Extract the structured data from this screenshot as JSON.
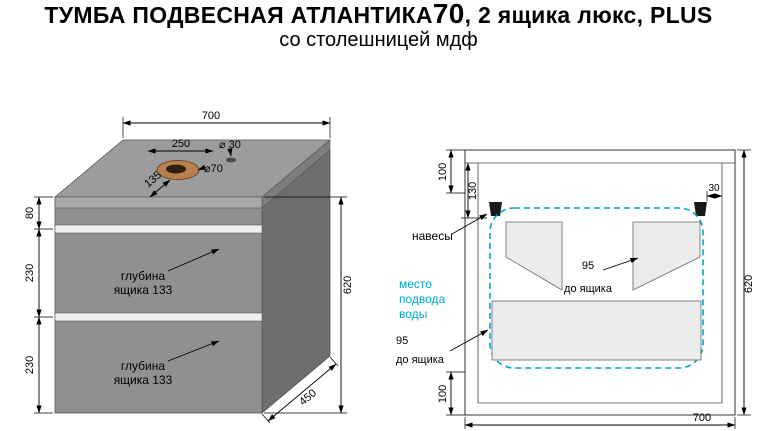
{
  "title": {
    "line1_main": "ТУМБА ПОДВЕСНАЯ АТЛАНТИКА",
    "line1_size": "70",
    "line1_rest": ", 2 ящика люкс, PLUS",
    "line2": "со столешницей мдф"
  },
  "left_view": {
    "dims": {
      "top_width": "700",
      "sink_offset": "250",
      "faucet_hole": "⌀ 30",
      "sink_hole": "⌀70",
      "sink_front_offset": "135",
      "apron_height": "80",
      "drawer1_height": "230",
      "drawer2_height": "230",
      "total_height": "620",
      "depth": "450"
    },
    "labels": {
      "drawer1_depth_line1": "глубина",
      "drawer1_depth_line2": "ящика 133",
      "drawer2_depth_line1": "глубина",
      "drawer2_depth_line2": "ящика 133"
    }
  },
  "right_view": {
    "dims": {
      "top_edge": "100",
      "hanger_drop": "130",
      "hanger_inset": "30",
      "gap_right": "95",
      "gap_bottom": "95",
      "total_height": "620",
      "bottom_edge": "100",
      "width": "700"
    },
    "labels": {
      "hangers": "навесы",
      "water_line1": "место",
      "water_line2": "подвода",
      "water_line3": "воды",
      "to_drawer_right": "до ящика",
      "to_drawer_bottom": "до ящика"
    }
  },
  "colors": {
    "water_accent": "#00a7c4",
    "cabinet_top_face": "#9c9c9c",
    "cabinet_front_face": "#909090",
    "cabinet_side_face": "#6e6e6e",
    "sink_ring": "#b97f4e"
  }
}
